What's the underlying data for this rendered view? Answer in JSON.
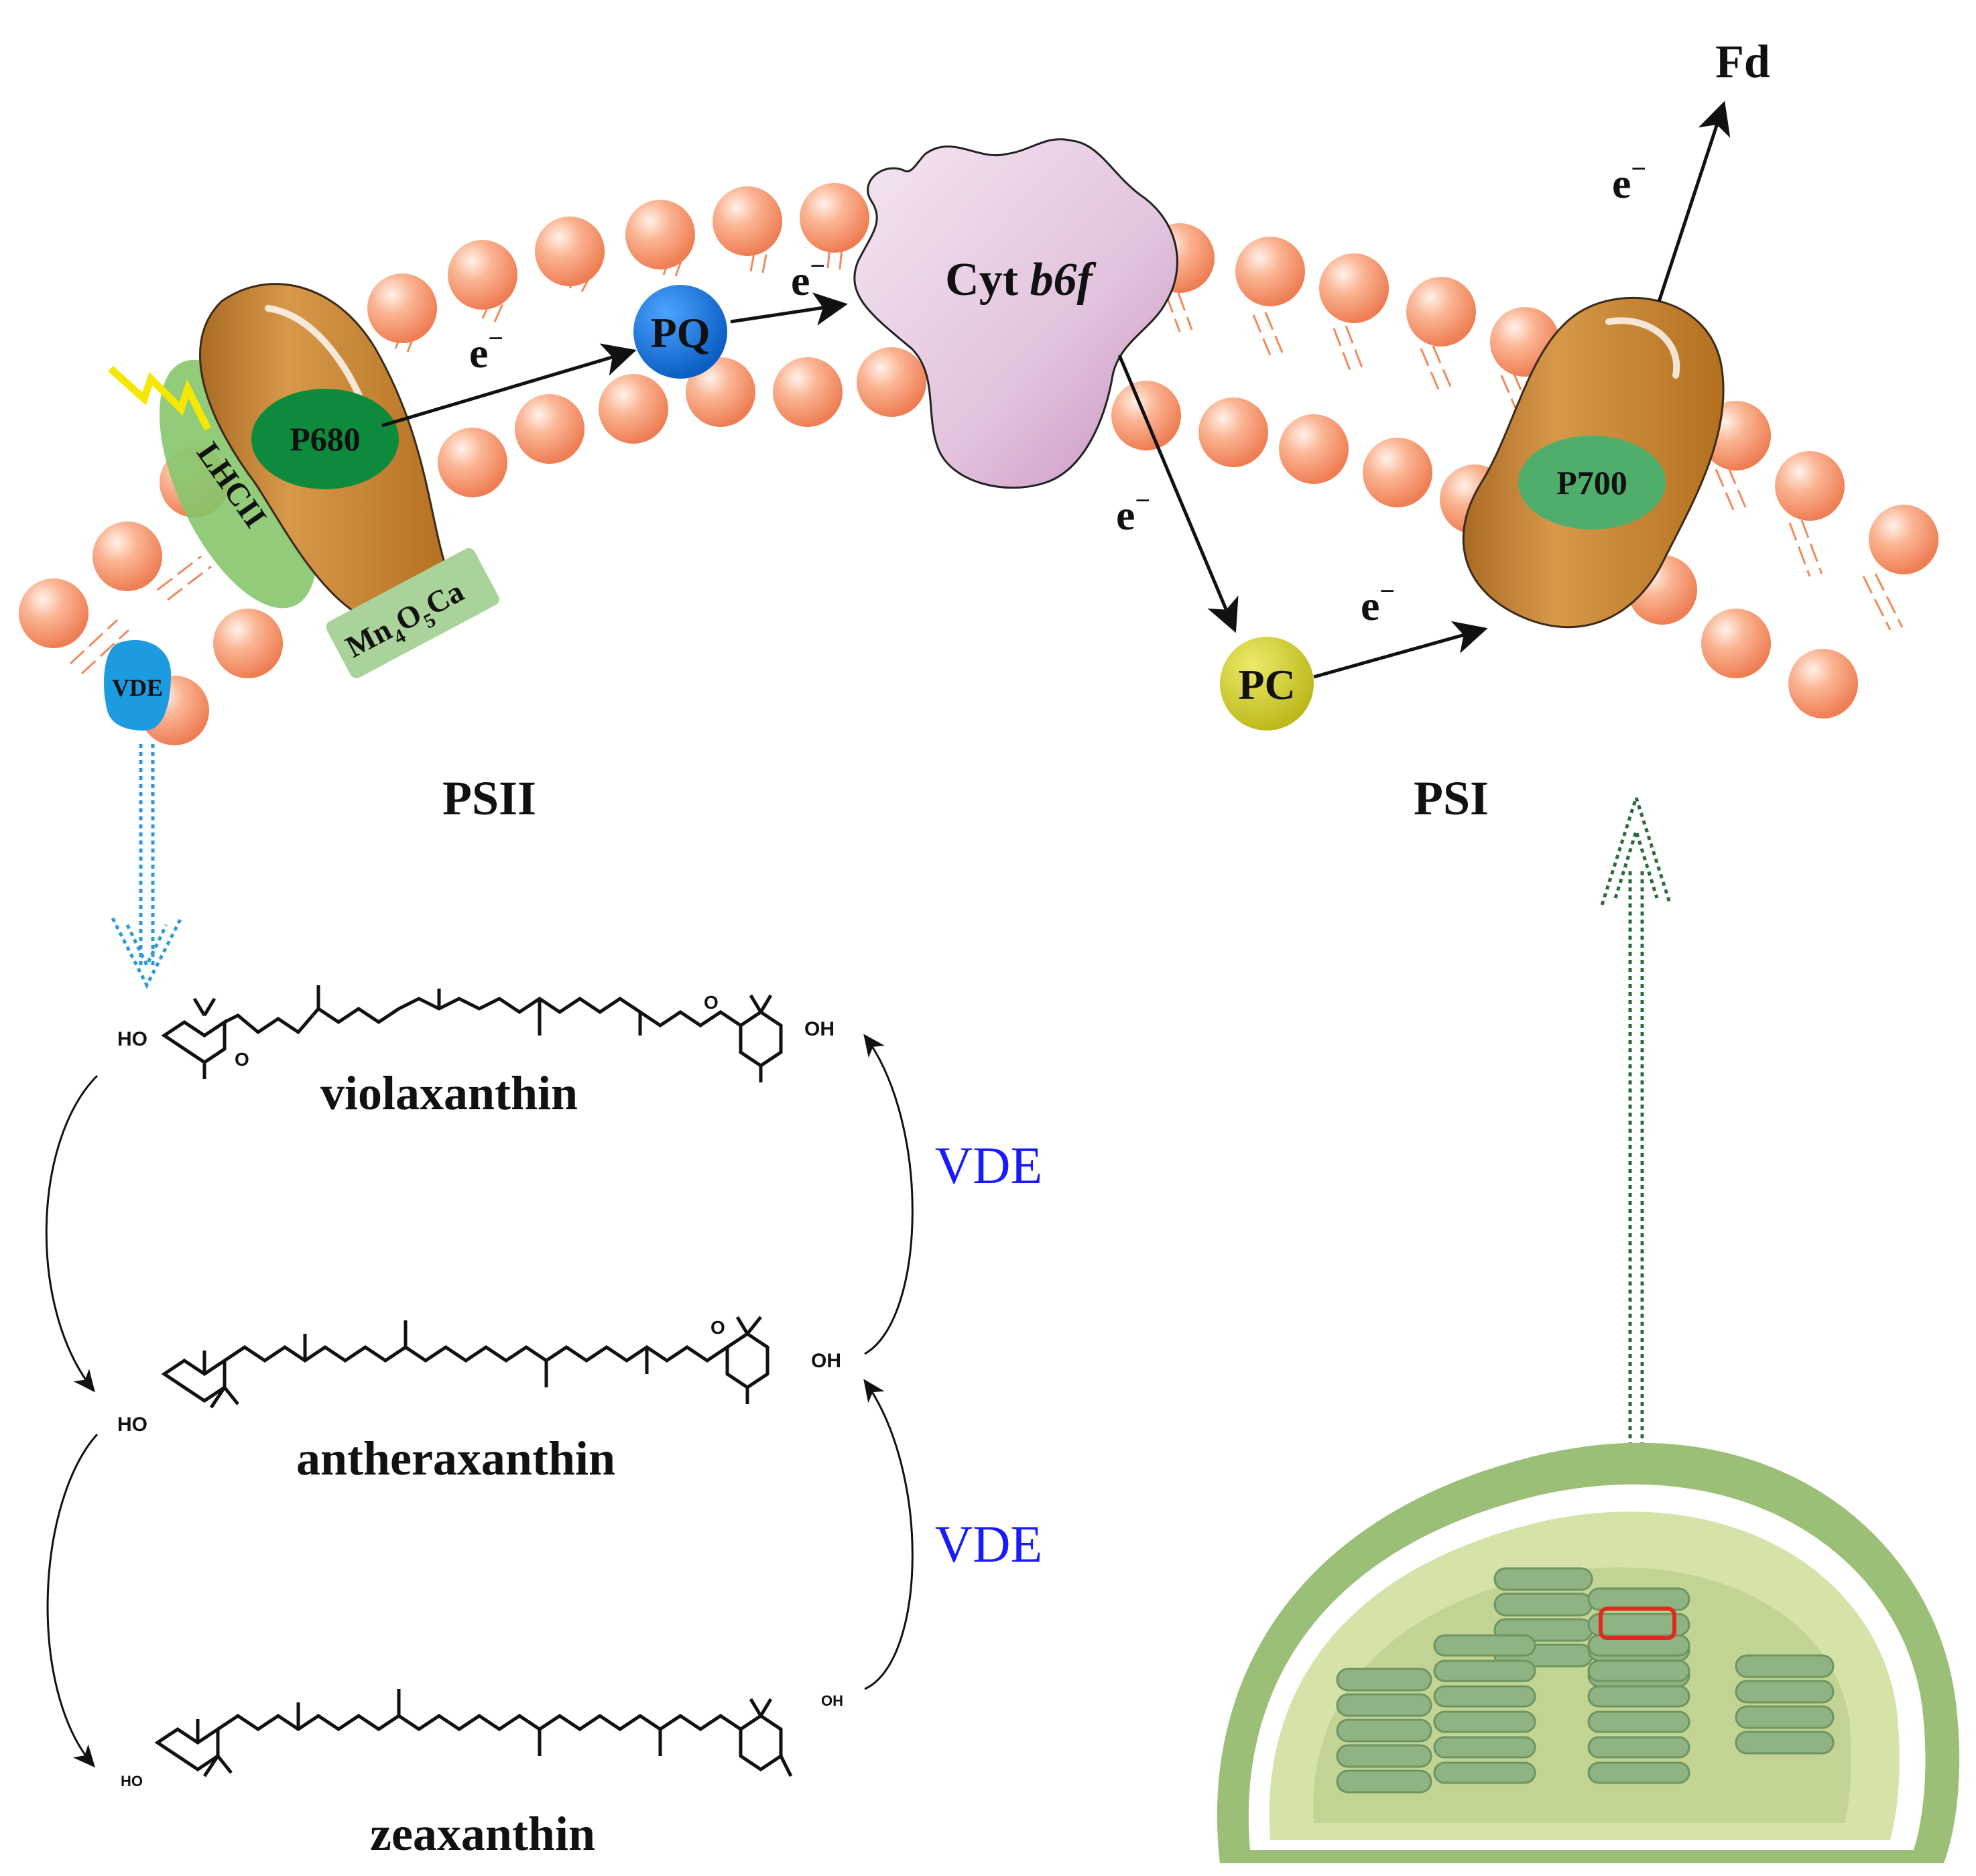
{
  "labels": {
    "fd": "Fd",
    "e1": "e",
    "e2": "e",
    "e3": "e",
    "e4": "e",
    "e5": "e",
    "minus": "−",
    "pq": "PQ",
    "pc": "PC",
    "p680": "P680",
    "p700": "P700",
    "lhcii": "LHCII",
    "mn": "Mn",
    "mn_sub1": "4",
    "o": "O",
    "mn_sub2": "5",
    "ca": "Ca",
    "vde_small": "VDE",
    "cyt": "Cyt ",
    "cyt_italic": "b6f",
    "psii": "PSII",
    "psi": "PSI",
    "violaxanthin": "violaxanthin",
    "antheraxanthin": "antheraxanthin",
    "zeaxanthin": "zeaxanthin",
    "vde1": "VDE",
    "vde2": "VDE",
    "ho": "HO",
    "oh": "OH",
    "o_atom": "O"
  },
  "colors": {
    "lipid": "#f7a07a",
    "protein": "#c98a3c",
    "p680": "#0e8a3c",
    "p700": "#4fae6c",
    "pq": "#1572d8",
    "pc": "#cfcc28",
    "cyt": "#e4c8e0",
    "lhcii": "#86c56a",
    "vde_accent": "#1a1aff"
  }
}
